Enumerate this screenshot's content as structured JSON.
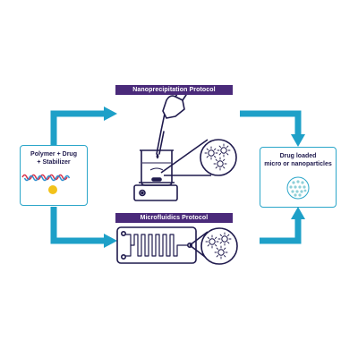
{
  "labels": {
    "nanoprecipitation": "Nanoprecipitation Protocol",
    "microfluidics": "Microfluidics Protocol"
  },
  "input_box": {
    "lines": [
      "Polymer + Drug",
      "+ Stabilizer"
    ]
  },
  "output_box": {
    "lines": [
      "Drug loaded",
      "micro or nanoparticles"
    ]
  },
  "colors": {
    "arrow": "#1ea0c8",
    "purple": "#4a2a7a",
    "navy": "#1f1a4d",
    "box_border": "#2ba6c9",
    "wave_red": "#d8314a",
    "wave_blue": "#2f8fcf",
    "dot_yellow": "#f2c21a",
    "particle": "#8fd0d8"
  },
  "icons": [
    "beaker-stirrer-icon",
    "pipette-hand-icon",
    "microfluidic-chip-icon",
    "nanoparticle-magnify-icon"
  ]
}
